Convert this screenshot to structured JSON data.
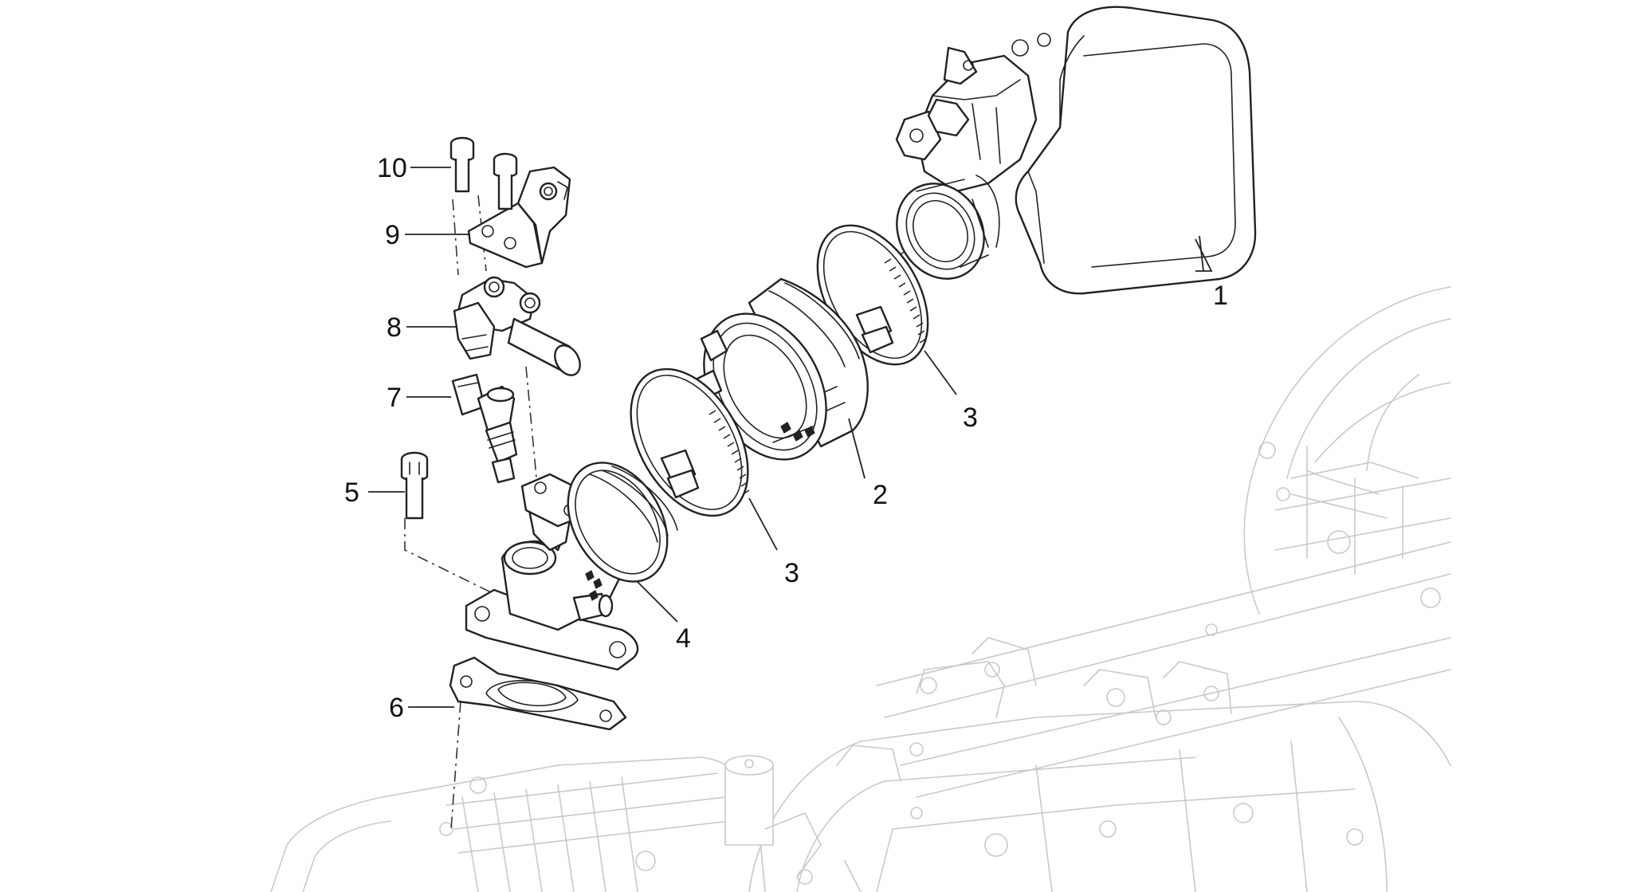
{
  "callouts": {
    "c1": "1",
    "c2": "2",
    "c3a": "3",
    "c3b": "3",
    "c4": "4",
    "c5": "5",
    "c6": "6",
    "c7": "7",
    "c8": "8",
    "c9": "9",
    "c10": "10"
  },
  "colors": {
    "line": "#222222",
    "ghost": "#c9c9c9",
    "background": "#ffffff"
  }
}
